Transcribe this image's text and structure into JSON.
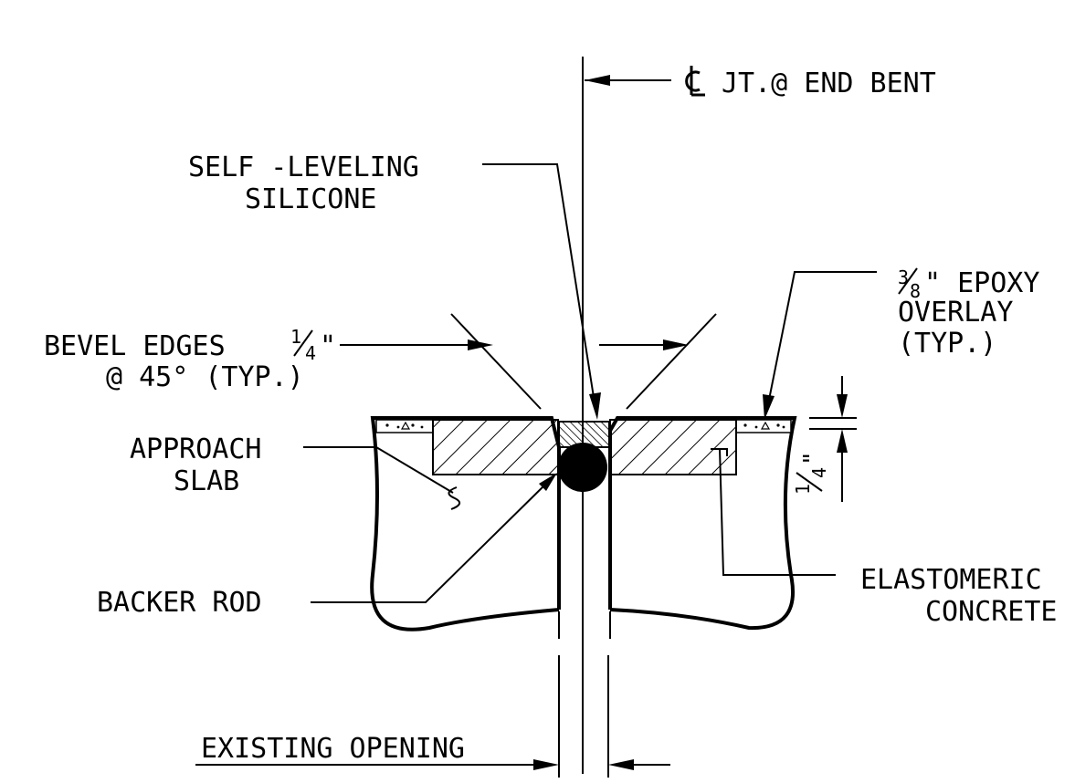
{
  "labels": {
    "centerline": "JT.@ END BENT",
    "silicone_1": "SELF -LEVELING",
    "silicone_2": "SILICONE",
    "epoxy_num": "3",
    "epoxy_den": "8",
    "epoxy_1": "\" EPOXY",
    "epoxy_2": "OVERLAY",
    "epoxy_3": "(TYP.)",
    "bevel_1a": "BEVEL EDGES",
    "bevel_num": "1",
    "bevel_den": "4",
    "bevel_1b": "\"",
    "bevel_2": "@ 45° (TYP.)",
    "approach_1": "APPROACH",
    "approach_2": "SLAB",
    "dim_num": "1",
    "dim_den": "4",
    "dim_inch": "\"",
    "backer": "BACKER ROD",
    "elasto_1": "ELASTOMERIC",
    "elasto_2": "CONCRETE",
    "opening": "EXISTING OPENING"
  },
  "icons": {
    "centerline_symbol": "centerline-icon"
  }
}
